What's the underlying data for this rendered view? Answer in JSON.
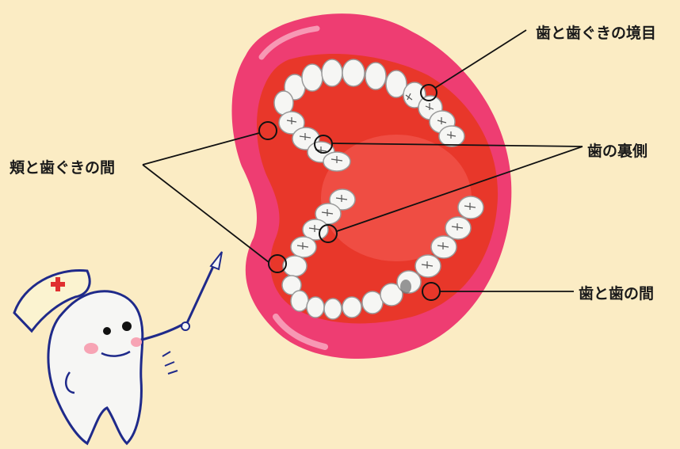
{
  "labels": {
    "gumline": "歯と歯ぐきの境目",
    "inner_side": "歯の裏側",
    "cheek_gum": "頬と歯ぐきの間",
    "between_teeth": "歯と歯の間"
  },
  "colors": {
    "background": "#fbecc4",
    "lips": "#ee3d72",
    "mouth_inside": "#e8372a",
    "tongue": "#f0524a",
    "tooth": "#f6f6f4",
    "tooth_shadow": "#8a8a8a",
    "leader_line": "#111111",
    "mascot_outline": "#1f2a8a"
  },
  "icons": {
    "mascot": "tooth-nurse-mascot-icon",
    "pointer": "pointer-stick-icon",
    "nurse_cross": "red-cross-icon"
  }
}
